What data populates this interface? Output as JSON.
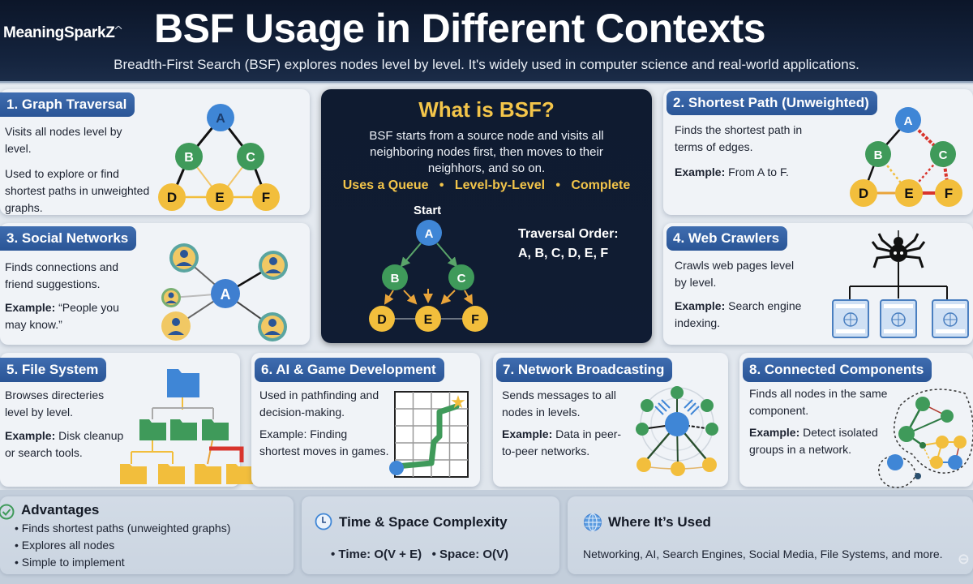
{
  "header": {
    "logo": "MeaningSparkZ",
    "title": "BSF Usage in Different Contexts",
    "subtitle": "Breadth-First Search (BSF) explores nodes level by level. It's widely used in computer science and real-world applications."
  },
  "center": {
    "title": "What is BSF?",
    "description": "BSF starts from a source node and visits all neighboring nodes first, then moves to their neighhors, and so on.",
    "chips": [
      "Uses a Queue",
      "Level-by-Level",
      "Complete"
    ],
    "chip_separator": "•",
    "start_label": "Start",
    "order_label": "Traversal Order:",
    "order_value": "A, B, C, D, E, F",
    "nodes": [
      "A",
      "B",
      "C",
      "D",
      "E",
      "F"
    ]
  },
  "cards": [
    {
      "title": "1. Graph Traversal",
      "line1": "Visits all nodes level by level.",
      "line2": "Used to explore or find shortest paths in unweighted graphs.",
      "nodes": [
        "A",
        "B",
        "C",
        "D",
        "E",
        "F"
      ]
    },
    {
      "title": "2. Shortest Path (Unweighted)",
      "line1": "Finds the shortest path in terms of edges.",
      "example_label": "Example:",
      "example": "From A to F.",
      "nodes": [
        "A",
        "B",
        "C",
        "D",
        "E",
        "F"
      ]
    },
    {
      "title": "3. Social Networks",
      "line1": "Finds connections and friend suggestions.",
      "example_label": "Example:",
      "example": "“People you may know.”",
      "hub": "A"
    },
    {
      "title": "4. Web Crawlers",
      "line1": "Crawls web pages level by level.",
      "example_label": "Example:",
      "example": "Search engine indexing."
    },
    {
      "title": "5. File System",
      "line1": "Browses directeries level by level.",
      "example_label": "Example:",
      "example": "Disk cleanup or search tools."
    },
    {
      "title": "6. AI & Game Development",
      "line1": "Used in pathfinding and decision-making.",
      "example_label": "Example:",
      "example": "Finding shortest moves in games."
    },
    {
      "title": "7. Network Broadcasting",
      "line1": "Sends messages to all nodes in levels.",
      "example_label": "Example:",
      "example": "Data in peer-to-peer networks."
    },
    {
      "title": "8. Connected Components",
      "line1": "Finds all nodes in the same component.",
      "example_label": "Example:",
      "example": "Detect isolated groups in a network."
    }
  ],
  "bottom": {
    "advantages": {
      "icon": "check-circle-icon",
      "title": "Advantages",
      "items": [
        "Finds shortest paths (unweighted graphs)",
        "Explores all nodes",
        "Simple to implement"
      ]
    },
    "complexity": {
      "icon": "clock-icon",
      "title": "Time & Space Complexity",
      "time": "Time: O(V + E)",
      "space": "Space: O(V)"
    },
    "where": {
      "icon": "globe-icon",
      "title": "Where It’s Used",
      "text": "Networking, AI, Search Engines, Social Media, File Systems, and more."
    }
  },
  "colors": {
    "header_bg": "#0c1629",
    "pill_blue": "#2f5c9f",
    "node_blue": "#3f86d6",
    "node_green": "#3f9a5a",
    "node_yellow": "#f2be3c",
    "accent_yellow": "#f3c54a",
    "path_red": "#d8342c"
  }
}
